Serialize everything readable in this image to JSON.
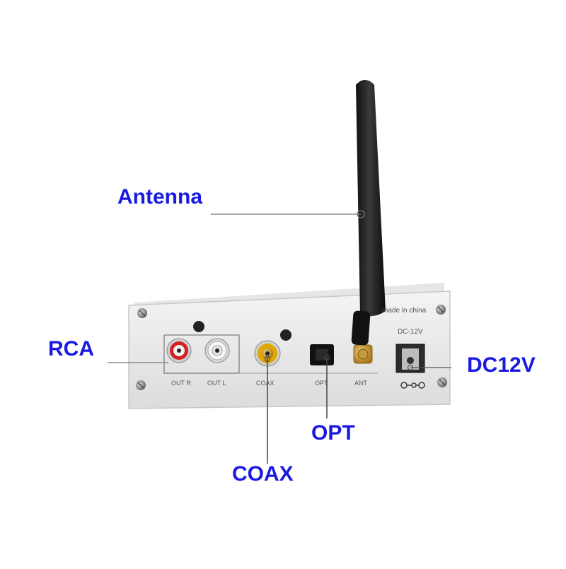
{
  "callouts": {
    "antenna": "Antenna",
    "rca": "RCA",
    "coax": "COAX",
    "opt": "OPT",
    "dc12v": "DC12V"
  },
  "panel": {
    "made_in": "made in china",
    "dc_label": "DC-12V",
    "out_r": "OUT R",
    "out_l": "OUT L",
    "coax": "COAX",
    "opt": "OPT",
    "ant": "ANT"
  },
  "colors": {
    "callout_text": "#1a1ae0",
    "rca_right": "#d42020",
    "rca_left": "#f2f2f2",
    "coax_jack": "#e0a800",
    "antenna": "#1a1a1a"
  }
}
